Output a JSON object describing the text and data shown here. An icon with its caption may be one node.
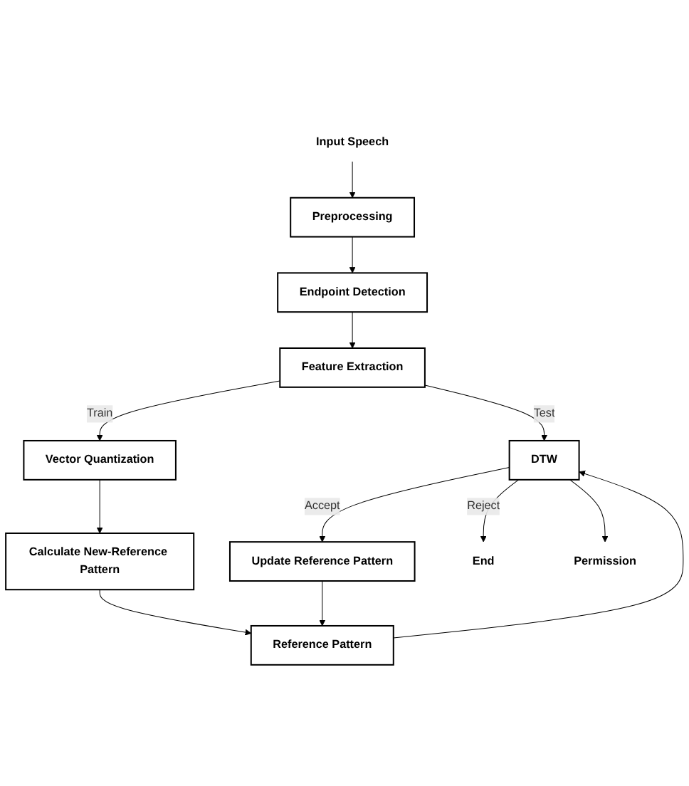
{
  "diagram": {
    "nodes": [
      {
        "text": [
          "Input Speech"
        ]
      },
      {
        "text": [
          "Preprocessing"
        ]
      },
      {
        "text": [
          "Endpoint Detection"
        ]
      },
      {
        "text": [
          "Feature Extraction"
        ]
      },
      {
        "text": [
          "DTW"
        ]
      },
      {
        "text": [
          "Vector Quantization"
        ]
      },
      {
        "text": [
          "Calculate New-Reference Pattern"
        ]
      },
      {
        "text": [
          "Reference Pattern"
        ]
      },
      {
        "text": [
          "Update Reference Pattern"
        ]
      },
      {
        "text": [
          "End"
        ]
      },
      {
        "text": [
          "Permission"
        ]
      }
    ],
    "edges": [
      {
        "from": 0,
        "to": 1,
        "arrow": "to"
      },
      {
        "from": 1,
        "to": 2,
        "arrow": "to"
      },
      {
        "from": 2,
        "to": 3,
        "arrow": "to"
      },
      {
        "from": 3,
        "to": 4,
        "arrow": "to",
        "label": "Test"
      },
      {
        "from": 3,
        "to": 5,
        "arrow": "to",
        "label": "Train"
      },
      {
        "from": 5,
        "to": 6,
        "arrow": "to"
      },
      {
        "from": 6,
        "to": 7,
        "arrow": "to"
      },
      {
        "from": 7,
        "to": 4,
        "arrow": "to"
      },
      {
        "from": 4,
        "to": 9,
        "arrow": "to",
        "label": "Reject"
      },
      {
        "from": 4,
        "to": 10,
        "arrow": "to"
      },
      {
        "from": 4,
        "to": 8,
        "arrow": "to",
        "label": "Accept"
      },
      {
        "from": 8,
        "to": 7,
        "arrow": "to"
      }
    ]
  }
}
